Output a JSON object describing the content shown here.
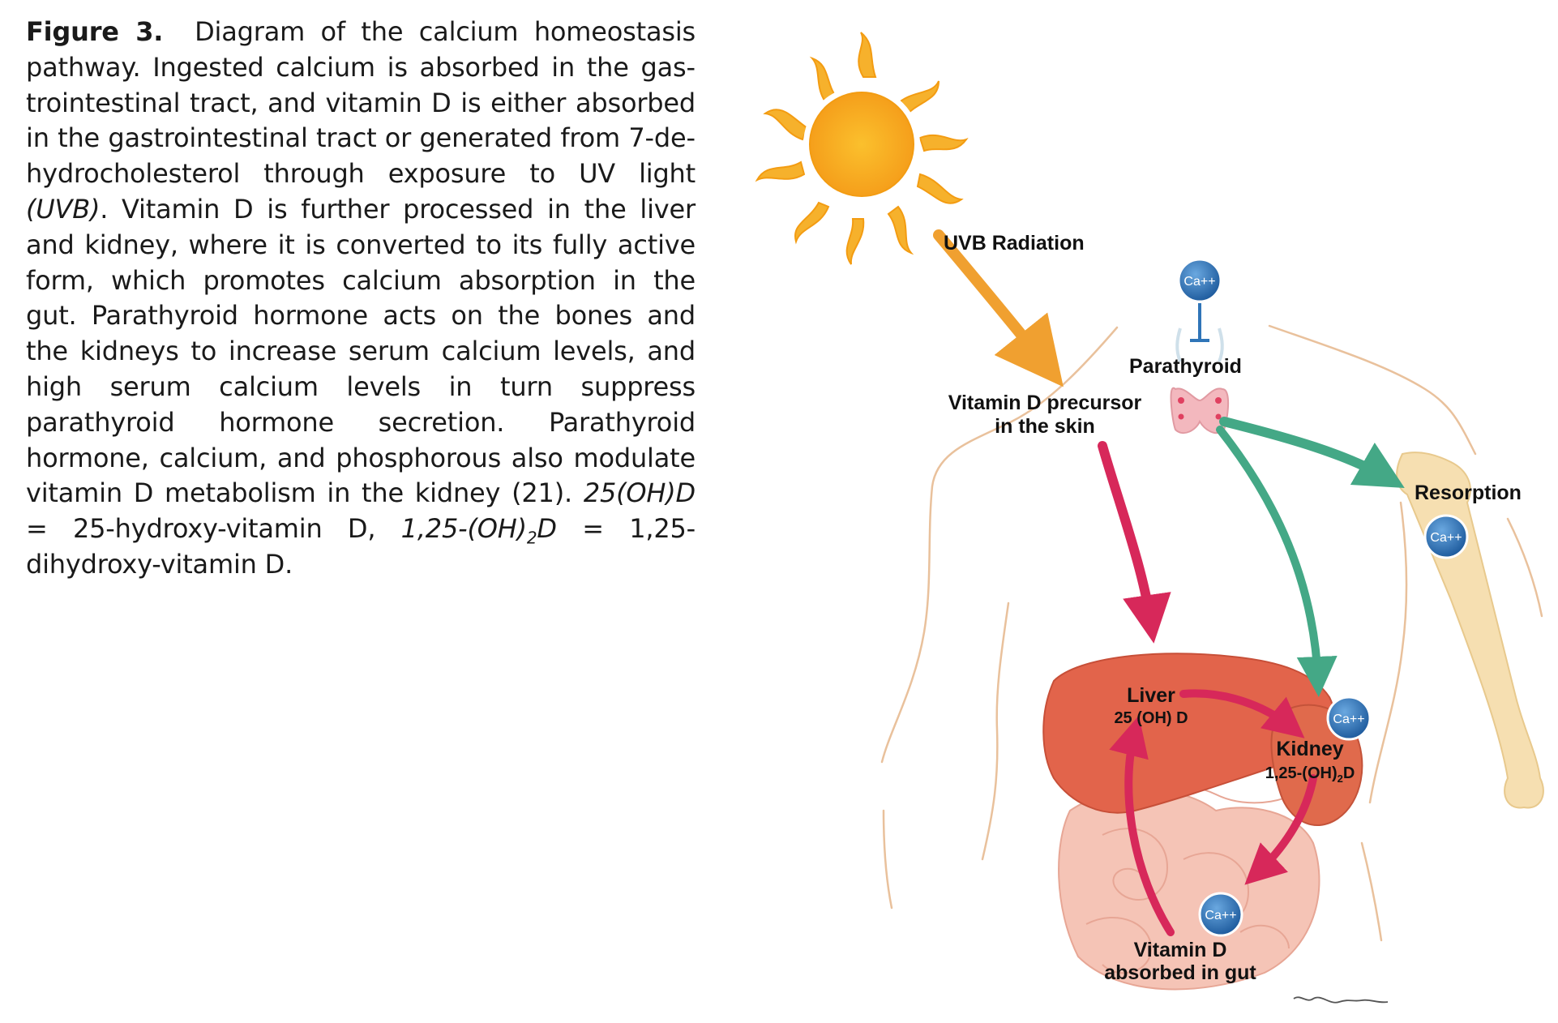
{
  "caption": {
    "label": "Figure 3.",
    "body_1": "Diagram of the calcium homeostasis pathway. Ingested calcium is absorbed in the gas­trointestinal tract, and vitamin D is either absorbed in the gastrointestinal tract or generated from 7-de­hydrocholesterol through exposure to UV light ",
    "body_uvb": "(UVB)",
    "body_2": ". Vitamin D is further processed in the liver and kidney, where it is converted to its fully active form, which promotes calcium absorption in the gut. Para­thyroid hormone acts on the bones and the kidneys to increase serum calcium levels, and high serum calcium levels in turn suppress parathyroid hormone secretion. Parathyroid hormone, calcium, and phos­phorous also modulate vitamin D metabolism in the kidney (21). ",
    "abbr1": "25(OH)D",
    "def1": " = 25-hydroxy-vitamin D, ",
    "abbr2_pre": "1,25-(OH)",
    "abbr2_sub": "2",
    "abbr2_post": "D",
    "def2": " = 1,25-dihydroxy-vitamin D."
  },
  "diagram": {
    "uvb_label": "UVB Radiation",
    "parathyroid_label": "Parathyroid",
    "precursor_line1": "Vitamin D precursor",
    "precursor_line2": "in the skin",
    "resorption_label": "Resorption",
    "liver_label": "Liver",
    "liver_sub": "25 (OH) D",
    "kidney_label": "Kidney",
    "kidney_sub_pre": "1,25-(OH)",
    "kidney_sub_sub": "2",
    "kidney_sub_post": "D",
    "gut_line1": "Vitamin D",
    "gut_line2": "absorbed in gut",
    "calcium_badge": "Ca++",
    "colors": {
      "sun": "#f6b12c",
      "sun_core": "#f9a51e",
      "uvb_arrow": "#f0a030",
      "red_arrow": "#d7285a",
      "green_arrow": "#44a886",
      "liver": "#e2644b",
      "kidney": "#e06a4c",
      "bone": "#f6dfb1",
      "intestine": "#f5c4b6",
      "parathyroid": "#f3b8be",
      "badge": "#2f75b8",
      "body_outline": "#e9c19c"
    }
  }
}
